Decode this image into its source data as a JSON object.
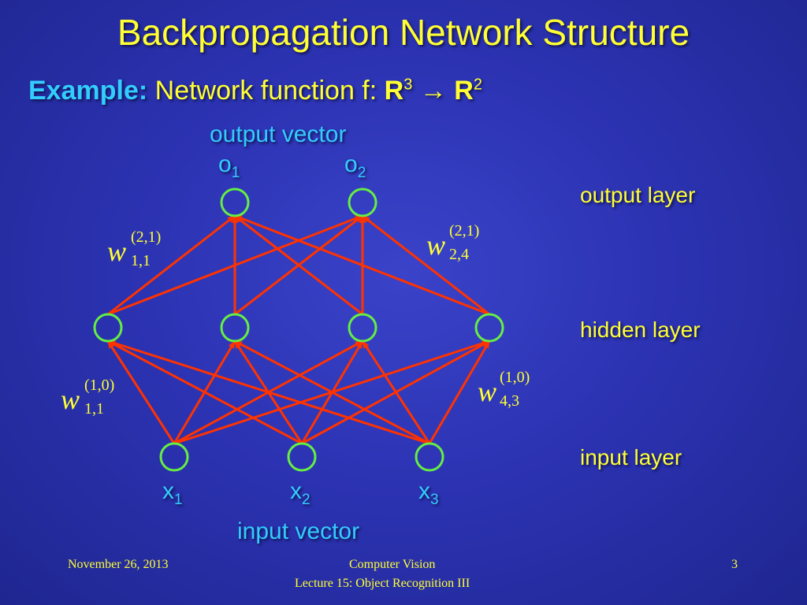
{
  "title": "Backpropagation Network Structure",
  "subtitle": {
    "label": "Example:",
    "text": "Network function f:",
    "domain": "R",
    "domain_exp": "3",
    "arrow": "→",
    "codomain": "R",
    "codomain_exp": "2"
  },
  "labels": {
    "output_vector": "output vector",
    "input_vector": "input vector",
    "output_layer": "output layer",
    "hidden_layer": "hidden layer",
    "input_layer": "input layer"
  },
  "nodes": {
    "outputs": [
      {
        "base": "o",
        "sub": "1"
      },
      {
        "base": "o",
        "sub": "2"
      }
    ],
    "hidden_count": 4,
    "inputs": [
      {
        "base": "x",
        "sub": "1"
      },
      {
        "base": "x",
        "sub": "2"
      },
      {
        "base": "x",
        "sub": "3"
      }
    ]
  },
  "weights": {
    "w11_top": {
      "w": "w",
      "sup": "(2,1)",
      "sub": "1,1"
    },
    "w24_top": {
      "w": "w",
      "sup": "(2,1)",
      "sub": "2,4"
    },
    "w11_bottom": {
      "w": "w",
      "sup": "(1,0)",
      "sub": "1,1"
    },
    "w43_bottom": {
      "w": "w",
      "sup": "(1,0)",
      "sub": "4,3"
    }
  },
  "colors": {
    "node_stroke": "#66ee44",
    "edge": "#ff3300",
    "title": "#ffff33",
    "accent": "#33ccff"
  },
  "footer": {
    "date": "November 26, 2013",
    "course": "Computer Vision",
    "lecture": "Lecture 15: Object Recognition III",
    "page": "3"
  }
}
